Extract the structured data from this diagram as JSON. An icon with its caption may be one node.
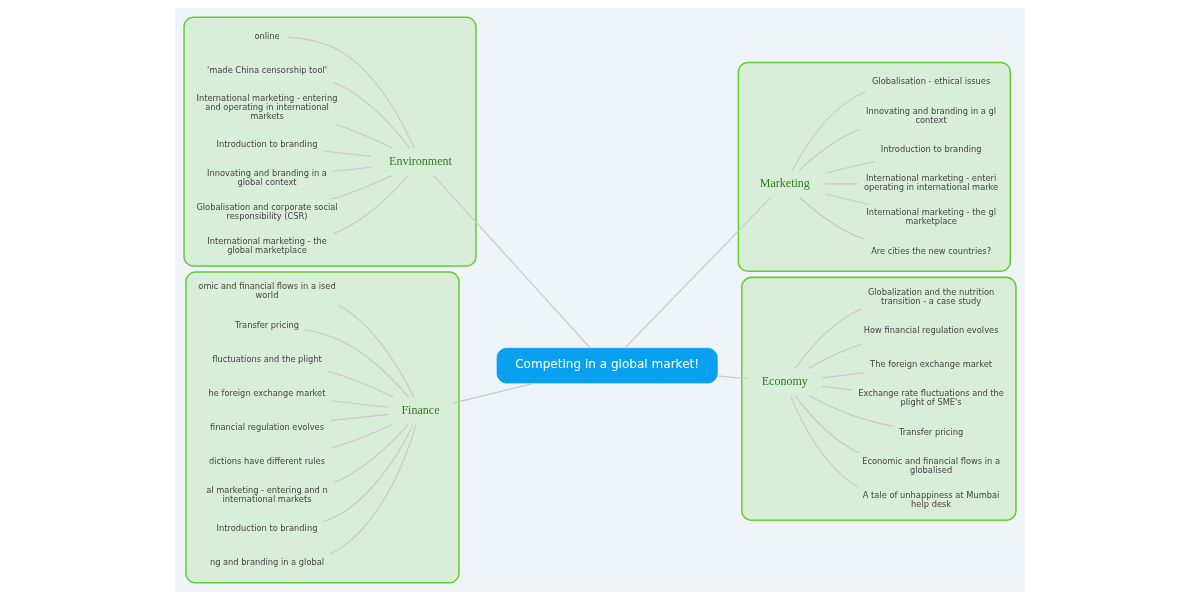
{
  "diagram": {
    "nodes": [
      {
        "text": [
          "Competing in a global market!"
        ]
      },
      {
        "text": [],
        "shape": "cloud"
      },
      {
        "text": [
          "Environment"
        ],
        "in": 1
      },
      {
        "text": [
          "online"
        ],
        "in": 1
      },
      {
        "text": [
          "'made China censorship tool'"
        ],
        "in": 1
      },
      {
        "text": [
          "International marketing - entering and operating in international markets"
        ],
        "in": 1
      },
      {
        "text": [
          "Introduction to branding"
        ],
        "in": 1
      },
      {
        "text": [
          "Innovating and branding in a global context"
        ],
        "in": 1
      },
      {
        "text": [
          "Globalisation and corporate social responsibility (CSR)"
        ],
        "in": 1
      },
      {
        "text": [
          "International marketing - the global marketplace"
        ],
        "in": 1
      },
      {
        "text": [],
        "shape": "cloud"
      },
      {
        "text": [
          "Marketing"
        ],
        "in": 10
      },
      {
        "text": [
          "Are cities the new countries?"
        ],
        "in": 10
      },
      {
        "text": [
          "International marketing - the gl marketplace"
        ],
        "in": 10
      },
      {
        "text": [
          "International marketing - enteri operating in international marke"
        ],
        "in": 10
      },
      {
        "text": [
          "Introduction to branding"
        ],
        "in": 10
      },
      {
        "text": [
          "Innovating and branding in a gl context"
        ],
        "in": 10
      },
      {
        "text": [
          "Globalisation - ethical issues"
        ],
        "in": 10
      },
      {
        "text": [],
        "shape": "cloud"
      },
      {
        "text": [
          "Finance"
        ],
        "in": 18
      },
      {
        "text": [
          "omic and financial flows in a ised world"
        ],
        "in": 18
      },
      {
        "text": [
          "Transfer pricing"
        ],
        "in": 18
      },
      {
        "text": [
          "fluctuations and the plight"
        ],
        "in": 18
      },
      {
        "text": [
          "he foreign exchange market"
        ],
        "in": 18
      },
      {
        "text": [
          "financial regulation evolves"
        ],
        "in": 18
      },
      {
        "text": [
          "dictions have different rules"
        ],
        "in": 18
      },
      {
        "text": [
          "al marketing - entering and n international markets"
        ],
        "in": 18
      },
      {
        "text": [
          "Introduction to branding"
        ],
        "in": 18
      },
      {
        "text": [
          "ng and branding in a global"
        ],
        "in": 18
      },
      {
        "text": [],
        "shape": "cloud"
      },
      {
        "text": [
          "Economy"
        ],
        "in": 29
      },
      {
        "text": [
          "A tale of unhappiness at Mumbai help desk"
        ],
        "in": 29
      },
      {
        "text": [
          "Economic and financial flows in a globalised"
        ],
        "in": 29
      },
      {
        "text": [
          "Transfer pricing"
        ],
        "in": 29
      },
      {
        "text": [
          "Exchange rate fluctuations and the plight of SME's"
        ],
        "in": 29
      },
      {
        "text": [
          "The foreign exchange market"
        ],
        "in": 29
      },
      {
        "text": [
          "How financial regulation evolves"
        ],
        "in": 29
      },
      {
        "text": [
          "Globalization and the nutrition transition - a case study"
        ],
        "in": 29
      }
    ],
    "edges": [
      {
        "from": 0,
        "to": 2,
        "arrow": "none"
      },
      {
        "from": 0,
        "to": 11,
        "arrow": "none"
      },
      {
        "from": 0,
        "to": 19,
        "arrow": "none"
      },
      {
        "from": 0,
        "to": 30,
        "arrow": "none"
      },
      {
        "from": 2,
        "to": 3,
        "arrow": "none"
      },
      {
        "from": 2,
        "to": 4,
        "arrow": "none"
      },
      {
        "from": 2,
        "to": 5,
        "arrow": "none"
      },
      {
        "from": 2,
        "to": 6,
        "arrow": "none"
      },
      {
        "from": 2,
        "to": 7,
        "arrow": "none"
      },
      {
        "from": 2,
        "to": 8,
        "arrow": "none"
      },
      {
        "from": 2,
        "to": 9,
        "arrow": "none"
      },
      {
        "from": 11,
        "to": 12,
        "arrow": "none"
      },
      {
        "from": 11,
        "to": 13,
        "arrow": "none"
      },
      {
        "from": 11,
        "to": 14,
        "arrow": "none"
      },
      {
        "from": 11,
        "to": 15,
        "arrow": "none"
      },
      {
        "from": 11,
        "to": 16,
        "arrow": "none"
      },
      {
        "from": 11,
        "to": 17,
        "arrow": "none"
      },
      {
        "from": 19,
        "to": 20,
        "arrow": "none"
      },
      {
        "from": 19,
        "to": 21,
        "arrow": "none"
      },
      {
        "from": 19,
        "to": 22,
        "arrow": "none"
      },
      {
        "from": 19,
        "to": 23,
        "arrow": "none"
      },
      {
        "from": 19,
        "to": 24,
        "arrow": "none"
      },
      {
        "from": 19,
        "to": 25,
        "arrow": "none"
      },
      {
        "from": 19,
        "to": 26,
        "arrow": "none"
      },
      {
        "from": 19,
        "to": 27,
        "arrow": "none"
      },
      {
        "from": 19,
        "to": 28,
        "arrow": "none"
      },
      {
        "from": 30,
        "to": 31,
        "arrow": "none"
      },
      {
        "from": 30,
        "to": 32,
        "arrow": "none"
      },
      {
        "from": 30,
        "to": 33,
        "arrow": "none"
      },
      {
        "from": 30,
        "to": 34,
        "arrow": "none"
      },
      {
        "from": 30,
        "to": 35,
        "arrow": "none"
      },
      {
        "from": 30,
        "to": 36,
        "arrow": "none"
      },
      {
        "from": 30,
        "to": 37,
        "arrow": "none"
      }
    ]
  }
}
